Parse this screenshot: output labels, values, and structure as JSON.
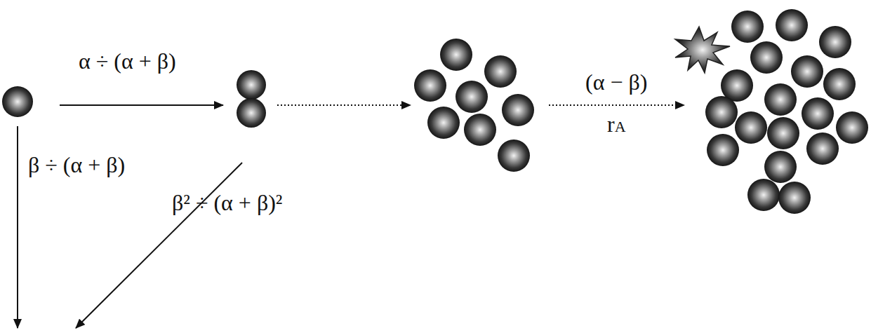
{
  "diagram": {
    "labels": [
      "α ÷ (α + β)",
      "β ÷ (α + β)",
      "β² ÷ (α + β)²",
      "(α − β)",
      "rA"
    ]
  }
}
